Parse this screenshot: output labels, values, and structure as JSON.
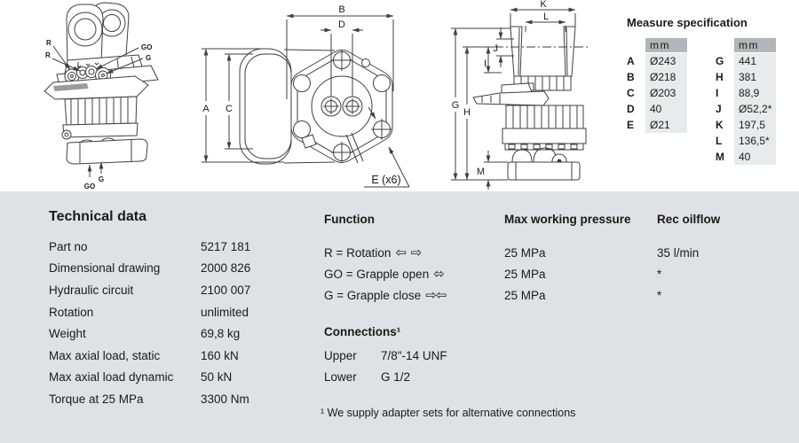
{
  "colors": {
    "panel_bg": "#dfe1e4",
    "table_header_bg": "#b3b5b8",
    "table_cell_bg": "#e9eaeb",
    "drawing_line": "#3f3f3f"
  },
  "drawings": {
    "perspective": {
      "labels": {
        "r1": "R",
        "r2": "R",
        "go": "GO",
        "g": "G",
        "go_bottom": "GO",
        "g_bottom": "G"
      }
    },
    "front": {
      "labels": {
        "a": "A",
        "b": "B",
        "c": "C",
        "d": "D",
        "e": "E (x6)"
      }
    },
    "side": {
      "labels": {
        "g": "G",
        "h": "H",
        "i": "I",
        "j": "J",
        "k": "K",
        "l": "L",
        "m": "M"
      }
    }
  },
  "measure_spec": {
    "title": "Measure specification",
    "unit": "mm",
    "left": [
      {
        "k": "A",
        "v": "Ø243"
      },
      {
        "k": "B",
        "v": "Ø218"
      },
      {
        "k": "C",
        "v": "Ø203"
      },
      {
        "k": "D",
        "v": "40"
      },
      {
        "k": "E",
        "v": "Ø21"
      }
    ],
    "right": [
      {
        "k": "G",
        "v": "441"
      },
      {
        "k": "H",
        "v": "381"
      },
      {
        "k": "I",
        "v": "88,9"
      },
      {
        "k": "J",
        "v": "Ø52,2*"
      },
      {
        "k": "K",
        "v": "197,5"
      },
      {
        "k": "L",
        "v": "136,5*"
      },
      {
        "k": "M",
        "v": "40"
      }
    ]
  },
  "technical": {
    "title": "Technical data",
    "rows": [
      {
        "label": "Part no",
        "value": "5217 181"
      },
      {
        "label": "Dimensional drawing",
        "value": "2000 826"
      },
      {
        "label": "Hydraulic circuit",
        "value": "2100 007"
      },
      {
        "label": "Rotation",
        "value": "unlimited"
      },
      {
        "label": "Weight",
        "value": "69,8 kg"
      },
      {
        "label": "Max axial load, static",
        "value": "160 kN"
      },
      {
        "label": "Max axial load dynamic",
        "value": "50 kN"
      },
      {
        "label": "Torque at 25 MPa",
        "value": "3300 Nm"
      }
    ]
  },
  "function": {
    "title": "Function",
    "pressure_title": "Max working pressure",
    "oilflow_title": "Rec oilflow",
    "rows": [
      {
        "label": "R = Rotation",
        "arrows": "⇦ ⇨",
        "pressure": "25 MPa",
        "oilflow": "35 l/min"
      },
      {
        "label": "GO = Grapple open",
        "arrows": "⬄",
        "pressure": "25 MPa",
        "oilflow": "*"
      },
      {
        "label": "G = Grapple close",
        "arrows": "⇨⇦",
        "pressure": "25 MPa",
        "oilflow": "*"
      }
    ]
  },
  "connections": {
    "title": "Connections¹",
    "rows": [
      {
        "label": "Upper",
        "value": "7/8\"-14 UNF"
      },
      {
        "label": "Lower",
        "value": "G 1/2"
      }
    ]
  },
  "footnote": "¹ We supply adapter sets for alternative connections"
}
